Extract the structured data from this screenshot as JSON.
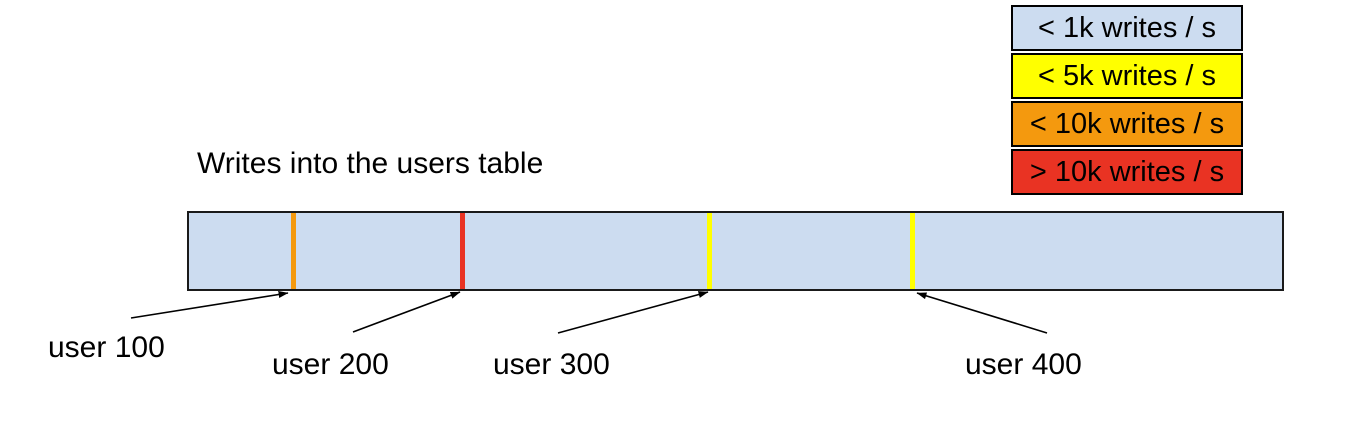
{
  "title": "Writes into the users table",
  "legend": {
    "items": [
      {
        "label": "< 1k writes / s",
        "color": "#ccdcf0"
      },
      {
        "label": "< 5k writes / s",
        "color": "#ffff00"
      },
      {
        "label": "< 10k writes / s",
        "color": "#f4990e"
      },
      {
        "label": "> 10k writes / s",
        "color": "#e93323"
      }
    ]
  },
  "bar": {
    "fill_color": "#ccdcf0",
    "border_color": "#1a1a1a"
  },
  "markers": [
    {
      "label": "user 100",
      "tick_color": "#f4990e"
    },
    {
      "label": "user 200",
      "tick_color": "#e93323"
    },
    {
      "label": "user 300",
      "tick_color": "#ffff00"
    },
    {
      "label": "user 400",
      "tick_color": "#ffff00"
    }
  ]
}
